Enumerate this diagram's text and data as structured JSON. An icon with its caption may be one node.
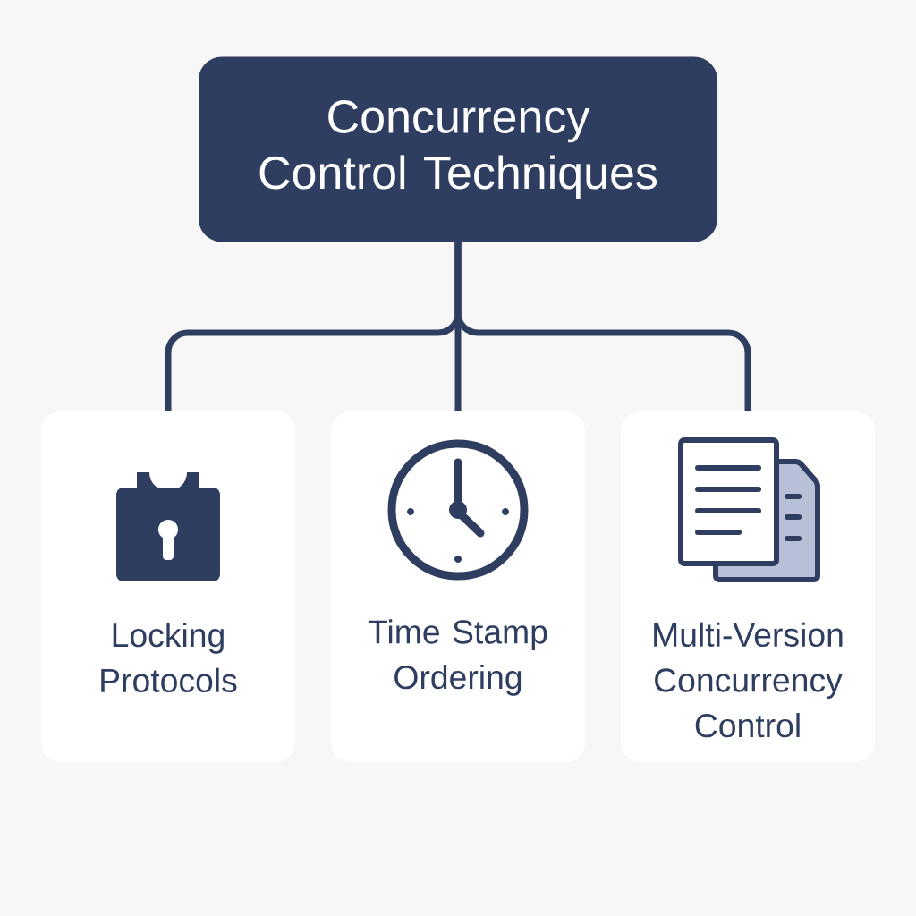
{
  "diagram": {
    "nodes": [
      {
        "text": [
          "Concurrency Control Techniques"
        ]
      },
      {
        "text": [
          "Locking Protocols"
        ]
      },
      {
        "text": [
          "Time Stamp Ordering"
        ]
      },
      {
        "text": [
          "Multi-Version Concurrency Control"
        ]
      }
    ],
    "edges": [
      {
        "from": 0,
        "to": 1,
        "arrow": "none"
      },
      {
        "from": 0,
        "to": 2,
        "arrow": "none"
      },
      {
        "from": 0,
        "to": 3,
        "arrow": "none"
      }
    ]
  }
}
